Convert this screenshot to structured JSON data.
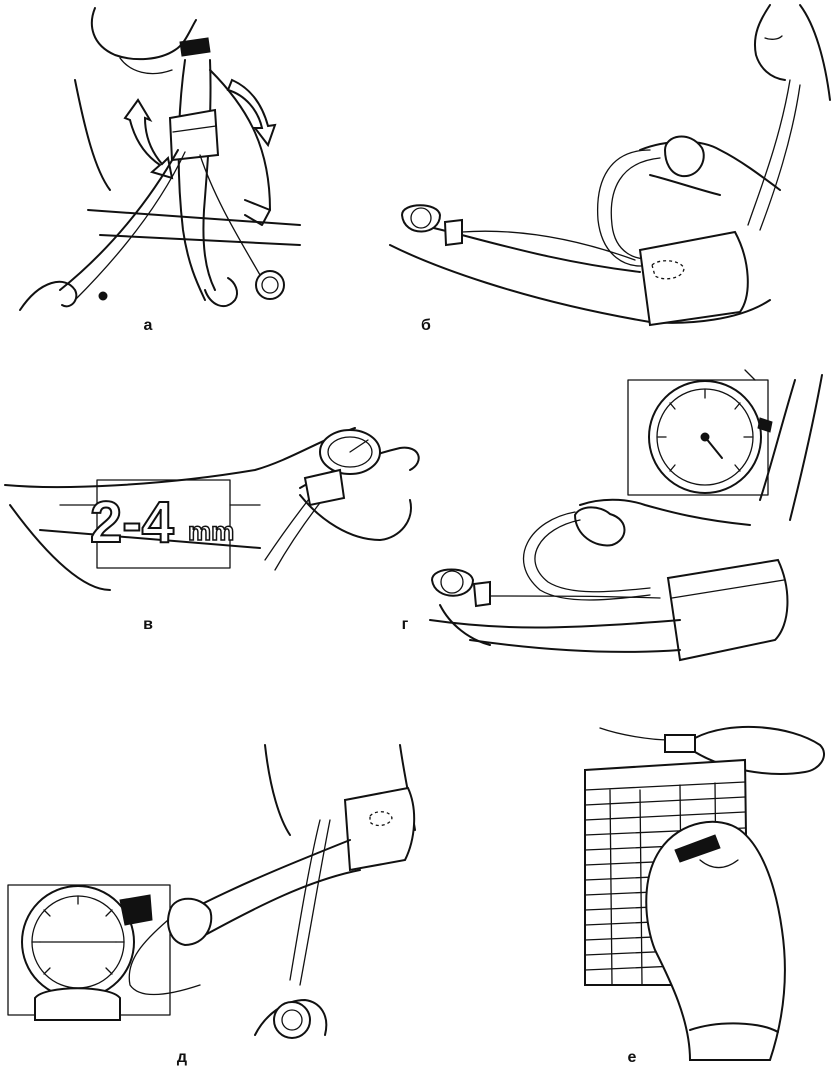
{
  "panels": [
    {
      "id": "a",
      "caption": "а"
    },
    {
      "id": "b",
      "caption": "б"
    },
    {
      "id": "v",
      "caption": "в",
      "measure_number": "2-4",
      "measure_unit": "mm"
    },
    {
      "id": "g",
      "caption": "г"
    },
    {
      "id": "d",
      "caption": "д"
    },
    {
      "id": "e",
      "caption": "е"
    }
  ],
  "colors": {
    "ink": "#111111",
    "paper": "#ffffff"
  }
}
